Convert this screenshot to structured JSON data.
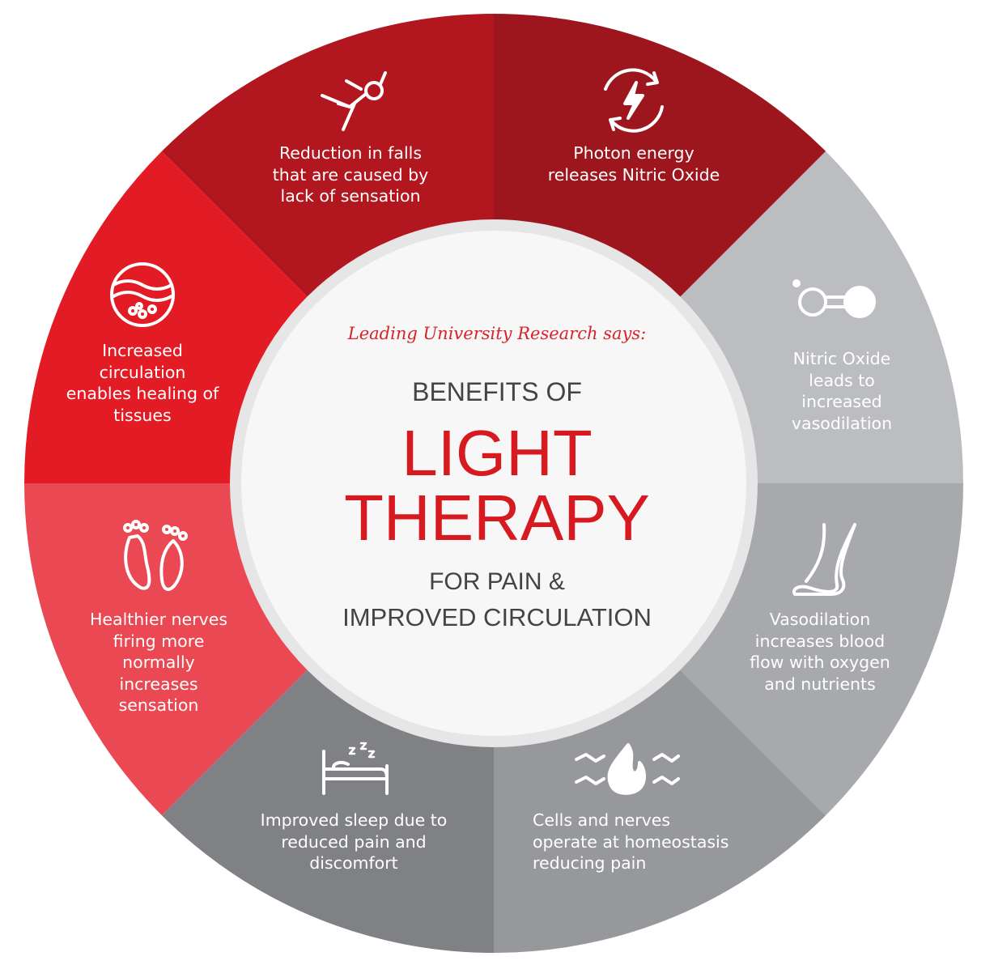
{
  "center": {
    "tagline": "Leading University Research says:",
    "line1": "BENEFITS OF",
    "line2": "LIGHT",
    "line3": "THERAPY",
    "line4": "FOR PAIN &",
    "line5": "IMPROVED CIRCULATION"
  },
  "segments": [
    {
      "icon": "falling-person-icon",
      "color": "#9d161d",
      "lines": [
        "Reduction in falls",
        "that are caused by",
        "lack of sensation"
      ]
    },
    {
      "icon": "photon-energy-icon",
      "color": "#bcbdc0",
      "lines": [
        "Photon energy",
        "releases Nitric Oxide"
      ]
    },
    {
      "icon": "nitric-oxide-molecule-icon",
      "color": "#a8a9ac",
      "lines": [
        "Nitric Oxide",
        "leads to",
        "increased",
        "vasodilation"
      ]
    },
    {
      "icon": "foot-icon",
      "color": "#97989b",
      "lines": [
        "Vasodilation",
        "increases blood",
        "flow with oxygen",
        "and nutrients"
      ]
    },
    {
      "icon": "flame-icon",
      "color": "#808184",
      "lines": [
        "Cells and nerves",
        "operate at homeostasis",
        "reducing pain"
      ]
    },
    {
      "icon": "bed-sleep-icon",
      "color": "#ea4852",
      "lines": [
        "Improved sleep due to",
        "reduced pain and",
        "discomfort"
      ]
    },
    {
      "icon": "footprints-icon",
      "color": "#e31b24",
      "lines": [
        "Healthier nerves",
        "firing more",
        "normally",
        "increases",
        "sensation"
      ]
    },
    {
      "icon": "skin-tissue-icon",
      "color": "#b2161e",
      "lines": [
        "Increased",
        "circulation",
        "enables healing of",
        "tissues"
      ]
    }
  ]
}
